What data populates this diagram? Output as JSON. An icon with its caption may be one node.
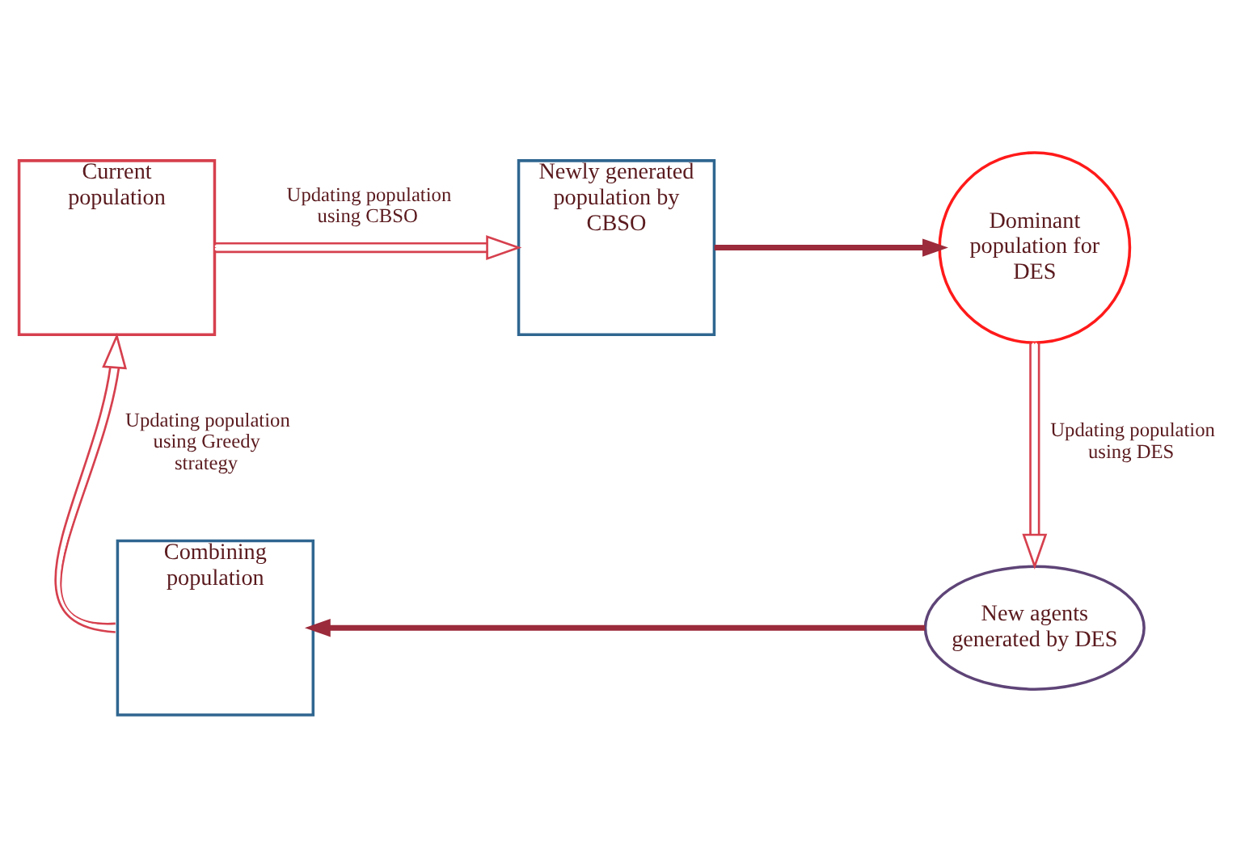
{
  "diagram": {
    "nodes": [
      {
        "text": [
          "Current population"
        ]
      },
      {
        "text": [
          "Newly generated population by CBSO"
        ]
      },
      {
        "text": [
          "Dominant population for DES"
        ]
      },
      {
        "text": [
          "New agents generated by DES"
        ]
      },
      {
        "text": [
          "Combining population"
        ]
      }
    ],
    "edges": [
      {
        "from": 0,
        "to": 1,
        "arrow": "to",
        "label": "Updating population using CBSO"
      },
      {
        "from": 1,
        "to": 2,
        "arrow": "to",
        "style": "thick",
        "color": "#9b2a3a"
      },
      {
        "from": 2,
        "to": 3,
        "arrow": "to",
        "label": "Updating population using DES"
      },
      {
        "from": 3,
        "to": 4,
        "arrow": "to",
        "style": "thick",
        "color": "#9b2a3a"
      },
      {
        "from": 4,
        "to": 0,
        "arrow": "to",
        "label": "Updating population using Greedy strategy"
      }
    ]
  }
}
